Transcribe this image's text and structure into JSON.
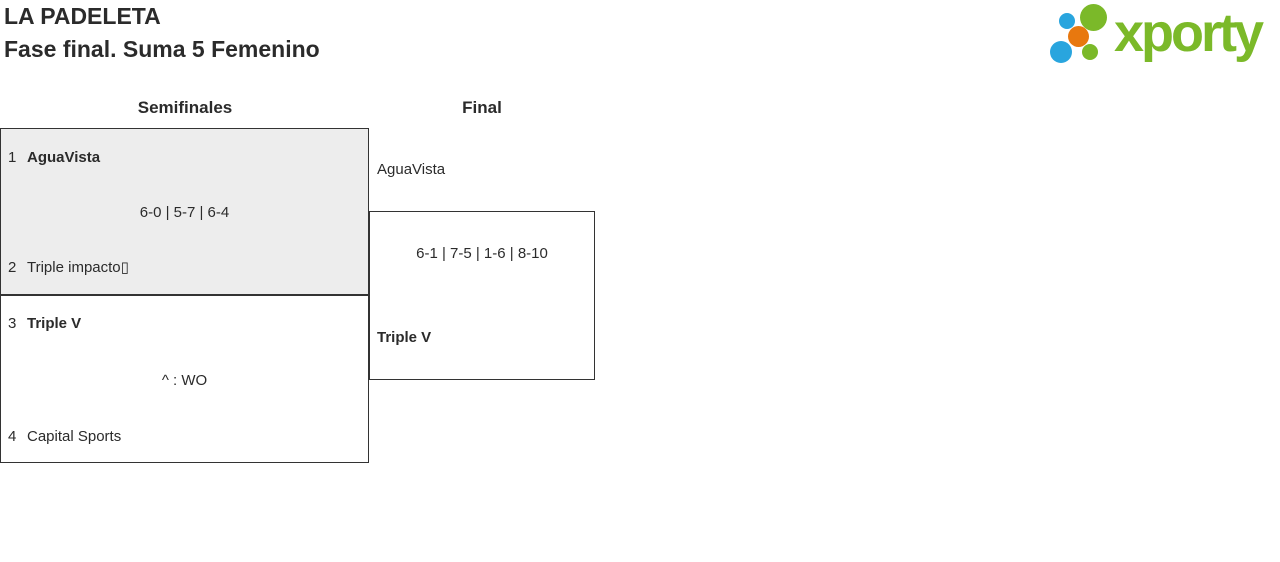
{
  "header": {
    "title": "LA PADELETA",
    "subtitle": "Fase final. Suma 5 Femenino"
  },
  "logo": {
    "wordmark": "xporty",
    "colors": {
      "green": "#7bb929",
      "blue": "#29a5de",
      "orange": "#e8780f"
    }
  },
  "bracket": {
    "round_headers": [
      {
        "label": "Semifinales"
      },
      {
        "label": "Final"
      }
    ],
    "semifinals": [
      {
        "seed_a": "1",
        "team_a": "AguaVista",
        "score": "6-0 | 5-7 | 6-4",
        "seed_b": "2",
        "team_b": "Triple impacto▯",
        "winner": "team_a"
      },
      {
        "seed_a": "3",
        "team_a": "Triple V",
        "score": "^ : WO",
        "seed_b": "4",
        "team_b": "Capital Sports",
        "winner": "team_a"
      }
    ],
    "final": {
      "team_a": "AguaVista",
      "score": "6-1 | 7-5 | 1-6 | 8-10",
      "team_b": "Triple V",
      "winner": "team_b"
    }
  },
  "colors": {
    "match_box_fill_highlight": "#ededed",
    "match_box_border": "#333333",
    "text": "#2b2b2b"
  }
}
